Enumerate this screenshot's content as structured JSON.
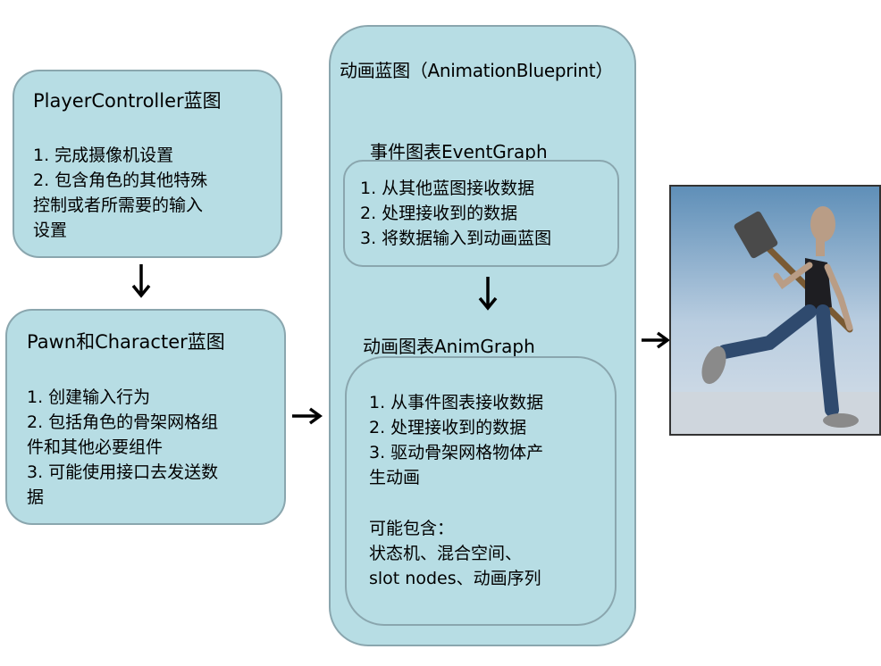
{
  "player_controller": {
    "title": "PlayerController蓝图",
    "lines": [
      "1. 完成摄像机设置",
      "2. 包含角色的其他特殊",
      "控制或者所需要的输入",
      "设置"
    ]
  },
  "pawn_character": {
    "title": "Pawn和Character蓝图",
    "lines": [
      "1. 创建输入行为",
      "2. 包括角色的骨架网格组",
      "件和其他必要组件",
      "3. 可能使用接口去发送数",
      "据"
    ]
  },
  "animation_blueprint": {
    "title": "动画蓝图（AnimationBlueprint）",
    "event_graph": {
      "title": "事件图表EventGraph",
      "lines": [
        "1. 从其他蓝图接收数据",
        "2. 处理接收到的数据",
        "3. 将数据输入到动画蓝图"
      ]
    },
    "anim_graph": {
      "title": "动画图表AnimGraph",
      "lines": [
        "1. 从事件图表接收数据",
        "2. 处理接收到的数据",
        "3. 驱动骨架网格物体产",
        "生动画"
      ],
      "may_contain_label": "可能包含：",
      "may_contain_lines": [
        "状态机、混合空间、",
        "slot nodes、动画序列"
      ]
    }
  }
}
